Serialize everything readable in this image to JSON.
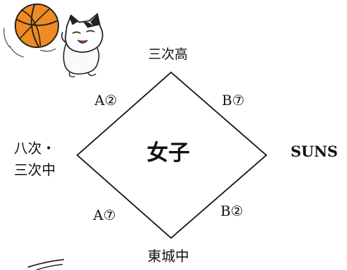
{
  "diagram": {
    "center_label": "女子",
    "nodes": {
      "top": "三次高",
      "bottom": "東城中",
      "left_line1": "八次・",
      "left_line2": "三次中",
      "right": "SUNS"
    },
    "edges": {
      "top_left": "A②",
      "top_right": "B⑦",
      "bottom_left": "A⑦",
      "bottom_right": "B②"
    }
  },
  "decor": {
    "ball_icon": "basketball-icon",
    "cat_icon": "cat-mascot-icon",
    "corner_icon": "sketch-stroke-icon"
  }
}
